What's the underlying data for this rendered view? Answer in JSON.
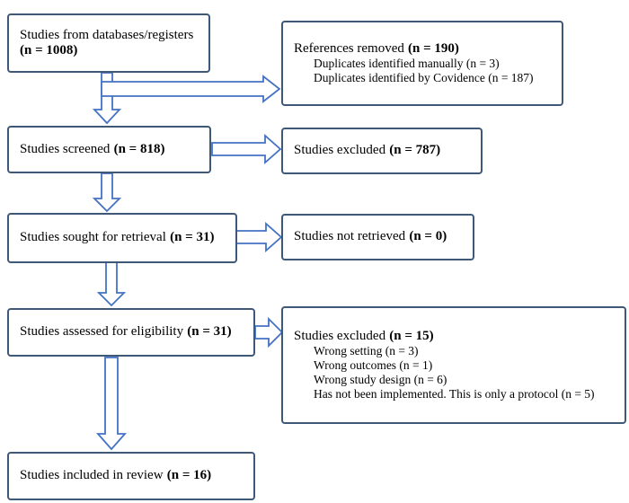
{
  "diagram": {
    "type": "prisma-flowchart",
    "colors": {
      "box_border": "#3e5877",
      "arrow_stroke": "#4472c4",
      "box_fill": "#ffffff",
      "text": "#000000"
    },
    "left_column": [
      {
        "label": "Studies from databases/registers",
        "count": "(n = 1008)"
      },
      {
        "label": "Studies screened",
        "count": "(n = 818)"
      },
      {
        "label": "Studies sought for retrieval",
        "count": "(n = 31)"
      },
      {
        "label": "Studies assessed for eligibility",
        "count": "(n = 31)"
      },
      {
        "label": "Studies included in review",
        "count": "(n = 16)"
      }
    ],
    "right_column": [
      {
        "label": "References removed",
        "count": "(n = 190)",
        "sub_items": [
          "Duplicates identified manually (n = 3)",
          "Duplicates identified by Covidence (n = 187)"
        ]
      },
      {
        "label": "Studies excluded",
        "count": "(n = 787)",
        "sub_items": []
      },
      {
        "label": "Studies not retrieved",
        "count": "(n = 0)",
        "sub_items": []
      },
      {
        "label": "Studies excluded",
        "count": "(n = 15)",
        "sub_items": [
          "Wrong setting (n = 3)",
          "Wrong outcomes (n = 1)",
          "Wrong study design (n = 6)",
          "Has not been implemented. This is only a protocol (n = 5)"
        ]
      }
    ]
  }
}
